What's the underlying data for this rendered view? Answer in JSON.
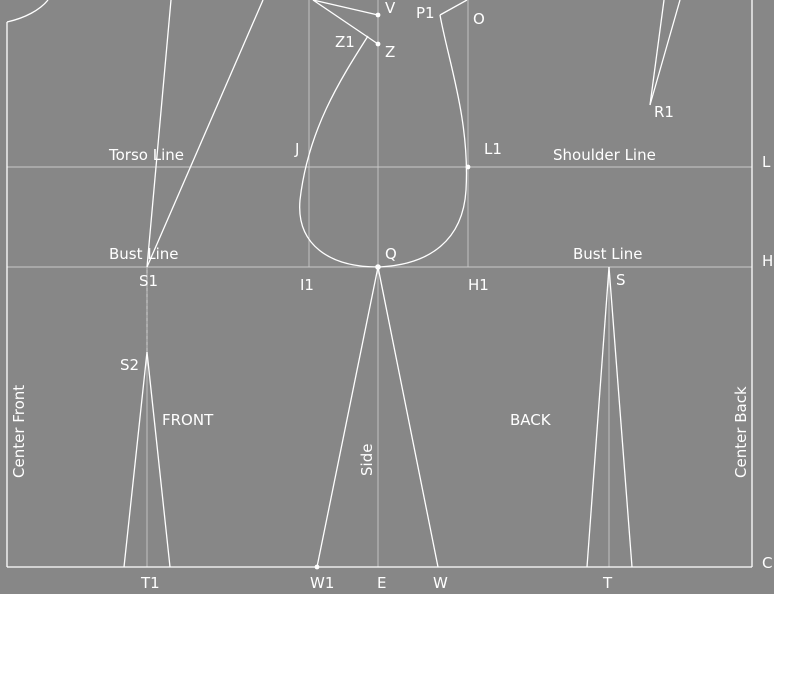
{
  "labels": {
    "v": "V",
    "p1": "P1",
    "o": "O",
    "z1": "Z1",
    "z": "Z",
    "r1": "R1",
    "j": "J",
    "l1": "L1",
    "torso_line": "Torso Line",
    "shoulder_line": "Shoulder Line",
    "l": "L",
    "bust_line_front": "Bust Line",
    "bust_line_back": "Bust Line",
    "q": "Q",
    "s1": "S1",
    "i1": "I1",
    "h1": "H1",
    "s": "S",
    "h": "H",
    "s2": "S2",
    "front": "FRONT",
    "back": "BACK",
    "center_front": "Center Front",
    "center_back": "Center Back",
    "side": "Side",
    "t1": "T1",
    "w1": "W1",
    "e": "E",
    "w": "W",
    "t": "T",
    "c": "C"
  },
  "colors": {
    "panel": "#878787",
    "outline": "#ffffff",
    "guide": "#c9c9c9"
  }
}
